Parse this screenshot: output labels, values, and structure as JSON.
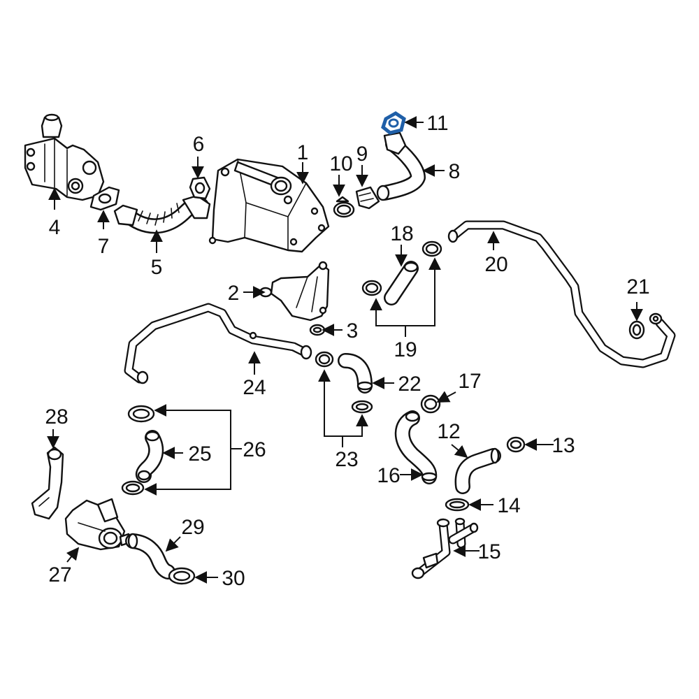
{
  "callouts": [
    "1",
    "2",
    "3",
    "4",
    "5",
    "6",
    "7",
    "8",
    "9",
    "10",
    "11",
    "12",
    "13",
    "14",
    "15",
    "16",
    "17",
    "18",
    "19",
    "20",
    "21",
    "22",
    "23",
    "24",
    "25",
    "26",
    "27",
    "28",
    "29",
    "30"
  ],
  "highlight_color": "#1f5fa8",
  "highlighted_part": "11"
}
